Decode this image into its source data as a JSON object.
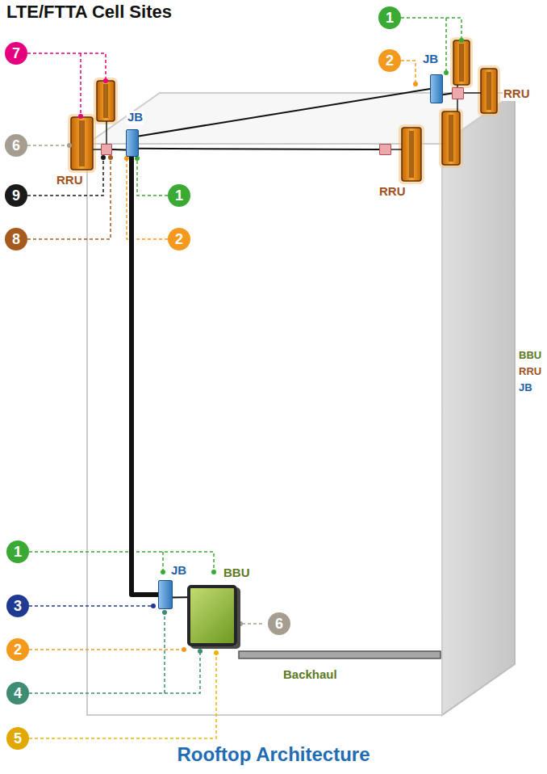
{
  "diagram": {
    "title": "LTE/FTTA Cell Sites",
    "caption": "Rooftop Architecture",
    "nodes": [
      {
        "text": [
          "JB"
        ]
      },
      {
        "text": [
          "RRU"
        ]
      },
      {
        "text": [
          "JB"
        ]
      },
      {
        "text": [
          "RRU"
        ]
      },
      {
        "text": [
          "RRU"
        ]
      },
      {
        "text": [
          "JB"
        ]
      },
      {
        "text": [
          "BBU"
        ]
      }
    ],
    "edges": [
      {
        "from": 5,
        "to": 0,
        "arrow": "none"
      },
      {
        "from": 0,
        "to": 2,
        "arrow": "none"
      },
      {
        "from": 0,
        "to": 4,
        "arrow": "none"
      },
      {
        "from": 0,
        "to": 1,
        "arrow": "none"
      },
      {
        "from": 2,
        "to": 3,
        "arrow": "none"
      },
      {
        "from": 5,
        "to": 6,
        "arrow": "none"
      }
    ],
    "labels": [
      "1",
      "7",
      "2",
      "6",
      "9",
      "1",
      "8",
      "2",
      "BBU",
      "RRU",
      "JB",
      "1",
      "3",
      "6",
      "2",
      "4",
      "Backhaul",
      "5"
    ]
  }
}
